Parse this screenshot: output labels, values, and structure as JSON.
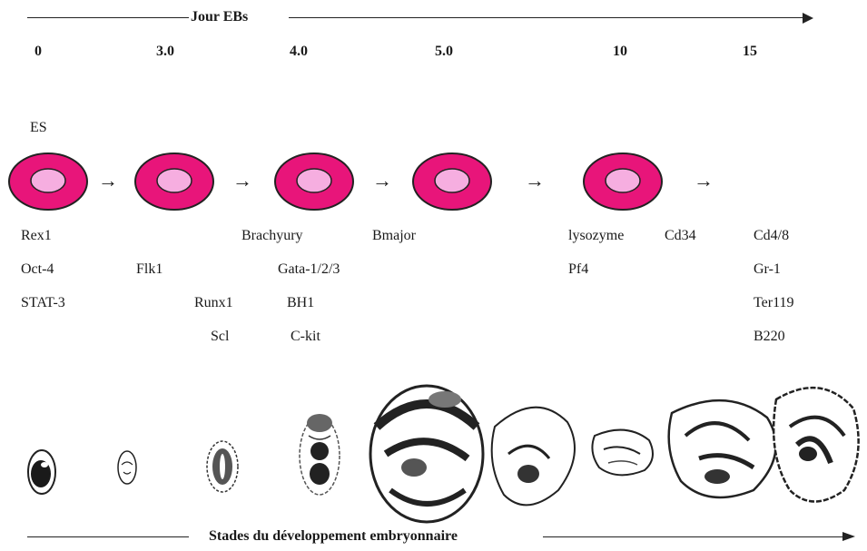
{
  "top_axis": {
    "label": "Jour EBs"
  },
  "days": [
    "0",
    "3.0",
    "4.0",
    "5.0",
    "10",
    "15"
  ],
  "es_label": "ES",
  "arrow_glyph": "→",
  "colors": {
    "cell_outer": "#e8157a",
    "cell_inner": "#f6aee0",
    "cell_stroke": "#222222",
    "line": "#222222"
  },
  "markers": {
    "col0": [
      "Rex1",
      "Oct-4",
      "STAT-3"
    ],
    "col1": [
      "Flk1"
    ],
    "col2": [
      "Runx1",
      "Scl"
    ],
    "col3": [
      "Brachyury",
      "Gata-1/2/3",
      "BH1",
      "C-kit"
    ],
    "col4": [
      "Bmajor"
    ],
    "col5": [
      "lysozyme",
      "Pf4"
    ],
    "col6": [
      "Cd34"
    ],
    "col7": [
      "Cd4/8",
      "Gr-1",
      "Ter119",
      "B220"
    ]
  },
  "embryo_icons": [
    "embryo-stage-1-icon",
    "embryo-stage-2-icon",
    "embryo-stage-3-icon",
    "embryo-stage-4-icon",
    "embryo-stage-5-icon",
    "embryo-stage-6-icon",
    "embryo-stage-7-icon",
    "embryo-stage-8-icon",
    "embryo-stage-9-icon"
  ],
  "bottom_axis": {
    "label": "Stades du développement embryonnaire"
  }
}
